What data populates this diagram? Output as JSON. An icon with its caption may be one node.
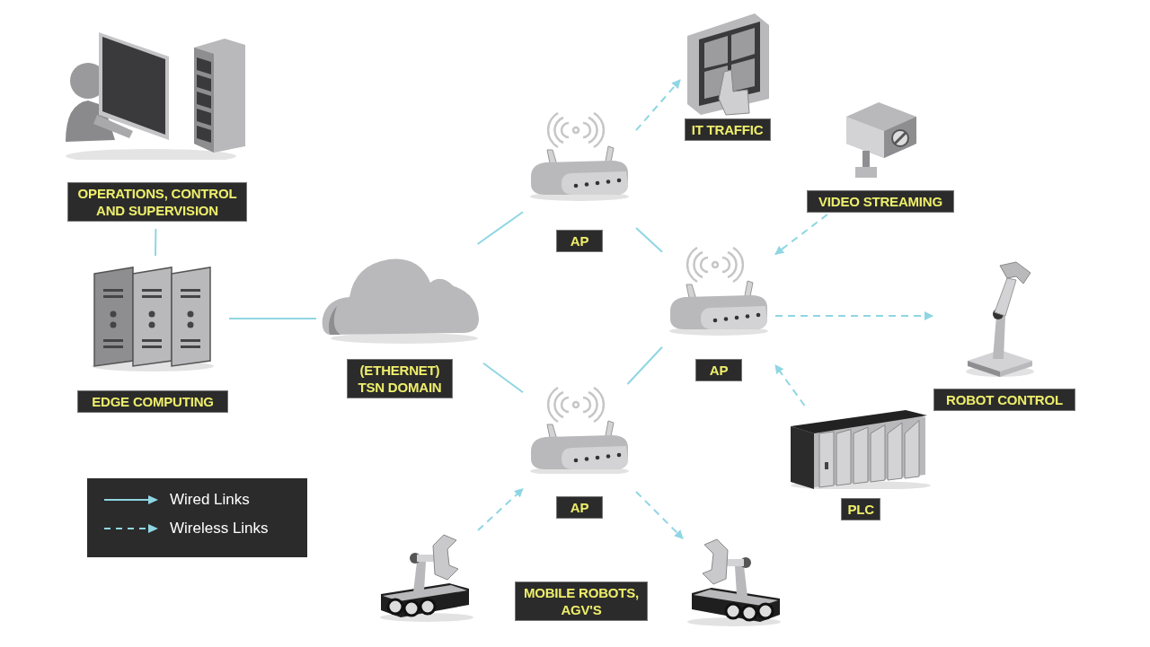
{
  "diagram": {
    "nodes": [
      {
        "text": [
          "OPERATIONS, CONTROL AND SUPERVISION"
        ]
      },
      {
        "text": [
          "EDGE COMPUTING"
        ]
      },
      {
        "text": [
          "(ETHERNET) TSN DOMAIN"
        ]
      },
      {
        "text": [
          "AP"
        ]
      },
      {
        "text": [
          "IT TRAFFIC"
        ]
      },
      {
        "text": [
          "VIDEO STREAMING"
        ]
      },
      {
        "text": [
          "AP"
        ]
      },
      {
        "text": [
          "ROBOT CONTROL"
        ]
      },
      {
        "text": [
          "PLC"
        ]
      },
      {
        "text": [
          "AP"
        ]
      },
      {
        "text": [],
        "shape": "picture"
      },
      {
        "text": [],
        "shape": "picture"
      }
    ],
    "edges": [
      {
        "from": 0,
        "to": 1,
        "arrow": "none"
      },
      {
        "from": 1,
        "to": 2,
        "arrow": "none"
      },
      {
        "from": 2,
        "to": 3,
        "arrow": "none"
      },
      {
        "from": 2,
        "to": 9,
        "arrow": "none"
      },
      {
        "from": 3,
        "to": 6,
        "arrow": "none"
      },
      {
        "from": 9,
        "to": 6,
        "arrow": "none"
      },
      {
        "from": 3,
        "to": 4,
        "arrow": "to",
        "style": "dashed"
      },
      {
        "from": 5,
        "to": 6,
        "arrow": "to",
        "style": "dashed"
      },
      {
        "from": 6,
        "to": 7,
        "arrow": "to",
        "style": "dashed"
      },
      {
        "from": 8,
        "to": 6,
        "arrow": "to",
        "style": "dashed"
      },
      {
        "from": 10,
        "to": 9,
        "arrow": "to",
        "style": "dashed"
      },
      {
        "from": 9,
        "to": 11,
        "arrow": "to",
        "style": "dashed"
      }
    ],
    "labels": [
      "MOBILE ROBOTS, AGV'S"
    ],
    "legend": [
      {
        "text": "Wired Links"
      },
      {
        "text": "Wireless Links"
      }
    ]
  }
}
